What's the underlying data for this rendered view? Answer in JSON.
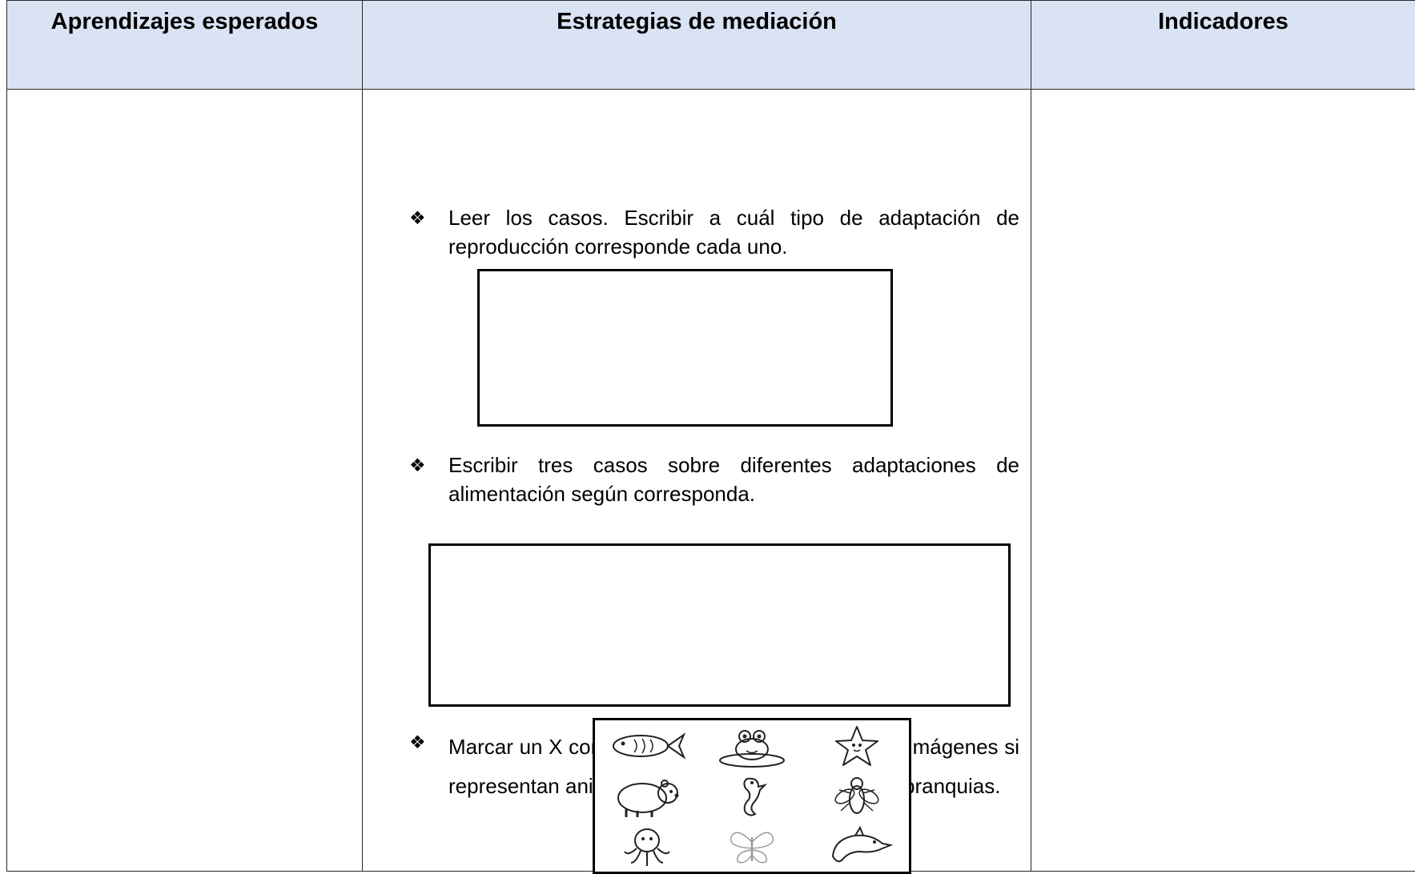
{
  "table": {
    "headers": [
      "Aprendizajes esperados",
      "Estrategias de mediación",
      "Indicadores"
    ],
    "header_background": "#dae3f3",
    "column1_content": "",
    "column3_content": ""
  },
  "strategies": {
    "bullet_glyph": "❖",
    "item1": "Leer los casos. Escribir a cuál tipo de adaptación de reproducción corresponde cada uno.",
    "item2": "Escribir tres casos sobre diferentes adaptaciones de alimentación según corresponda.",
    "item3": "Marcar un X con lápiz de color amarillo sobre las imágenes si representan animales que respiran por medio de branquias."
  },
  "animal_grid": {
    "icons": [
      "fish-icon",
      "frog-icon",
      "starfish-icon",
      "bear-icon",
      "seahorse-icon",
      "fly-icon",
      "octopus-icon",
      "butterfly-icon",
      "dolphin-icon"
    ]
  }
}
